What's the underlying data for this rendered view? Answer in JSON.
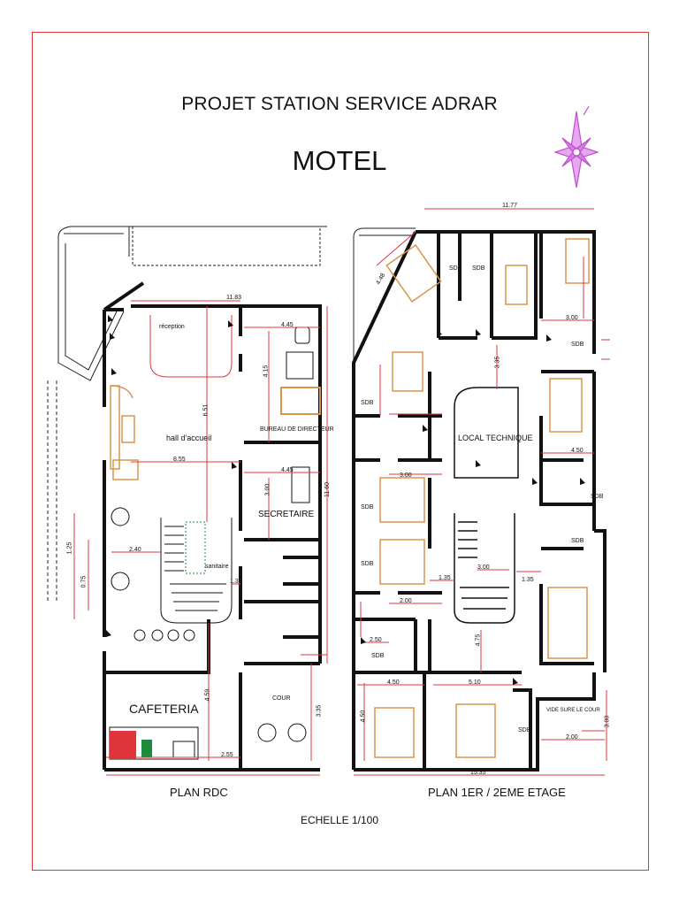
{
  "header": {
    "project_title": "PROJET STATION SERVICE ADRAR",
    "building": "MOTEL"
  },
  "plans": {
    "ground": {
      "title": "PLAN RDC",
      "rooms": {
        "reception": "réception",
        "hall": "hall d'accueil",
        "director_office": "BUREAU DE DIRECTEUR",
        "secretary": "SECRETAIRE",
        "sanitary": "sanitaire",
        "cafeteria": "CAFETERIA",
        "courtyard": "COUR"
      },
      "dimensions": [
        "11.83",
        "4.45",
        "6.51",
        "8.55",
        "4.45",
        "3.00",
        "2.40",
        "1.35",
        "4.59",
        "2.55",
        "3.35",
        "11.60",
        "1.25",
        "0.75",
        "4.15"
      ]
    },
    "upper": {
      "title": "PLAN 1ER / 2EME ETAGE",
      "rooms": {
        "bath": "SDB",
        "technical": "LOCAL TECHNIQUE",
        "void": "VIDE SURE LE COUR"
      },
      "dimensions": [
        "11.77",
        "4.48",
        "3.35",
        "4.50",
        "3.00",
        "2.00",
        "3.00",
        "1.35",
        "4.50",
        "2.50",
        "4.50",
        "5.10",
        "3.00",
        "2.00",
        "1.35",
        "4.75",
        "3.00",
        "15.35"
      ]
    }
  },
  "scale": "ECHELLE 1/100",
  "colors": {
    "frame": "#e0343b",
    "walls": "#111111",
    "dimension_lines": "#e0343b",
    "furniture": "#d9954a",
    "compass": "#c04fd0"
  },
  "icons": {
    "north": "compass-rose-icon"
  }
}
